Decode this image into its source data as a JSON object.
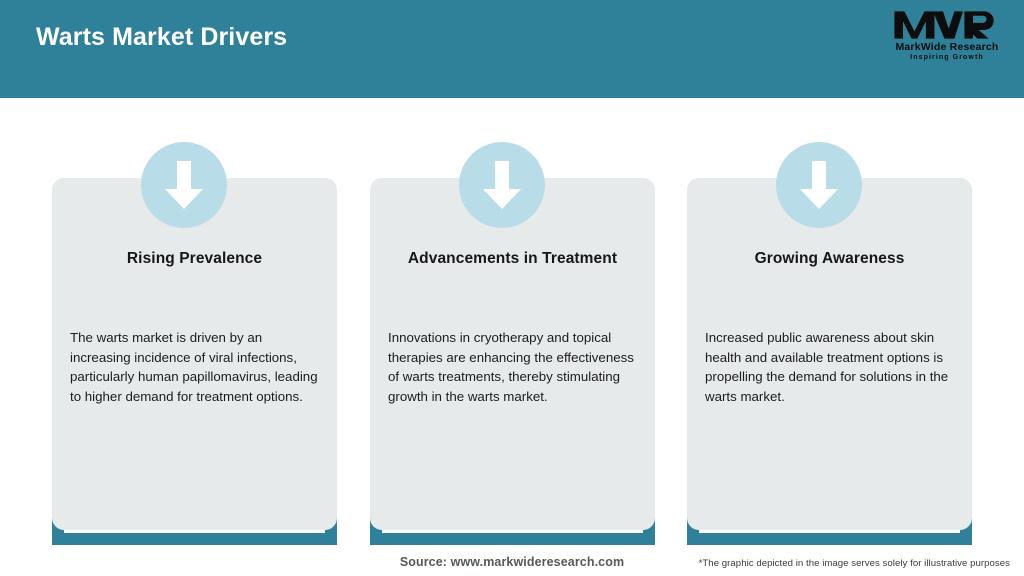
{
  "header": {
    "title": "Warts Market Drivers",
    "background_color": "#2e8199",
    "title_color": "#ffffff"
  },
  "logo": {
    "mark": "MWR",
    "name": "MarkWide Research",
    "tagline": "Inspiring Growth",
    "color": "#0d0d0d"
  },
  "theme": {
    "accent_color": "#2e8199",
    "panel_color": "#e6eaeb",
    "icon_circle_color": "#b8dce8",
    "icon_arrow_color": "#ffffff"
  },
  "cards": [
    {
      "icon": "arrow-down-icon",
      "title": "Rising Prevalence",
      "body": "The warts market is driven by an increasing incidence of viral infections, particularly human papillomavirus, leading to higher demand for treatment options."
    },
    {
      "icon": "arrow-down-icon",
      "title": "Advancements in Treatment",
      "body": "Innovations in cryotherapy and topical therapies are enhancing the effectiveness of warts treatments, thereby stimulating growth in the warts market."
    },
    {
      "icon": "arrow-down-icon",
      "title": "Growing Awareness",
      "body": "Increased public awareness about skin health and available treatment options is propelling the demand for solutions in the warts market."
    }
  ],
  "footer": {
    "source": "Source: www.markwideresearch.com",
    "disclaimer": "*The graphic depicted in the image serves solely for illustrative purposes"
  }
}
